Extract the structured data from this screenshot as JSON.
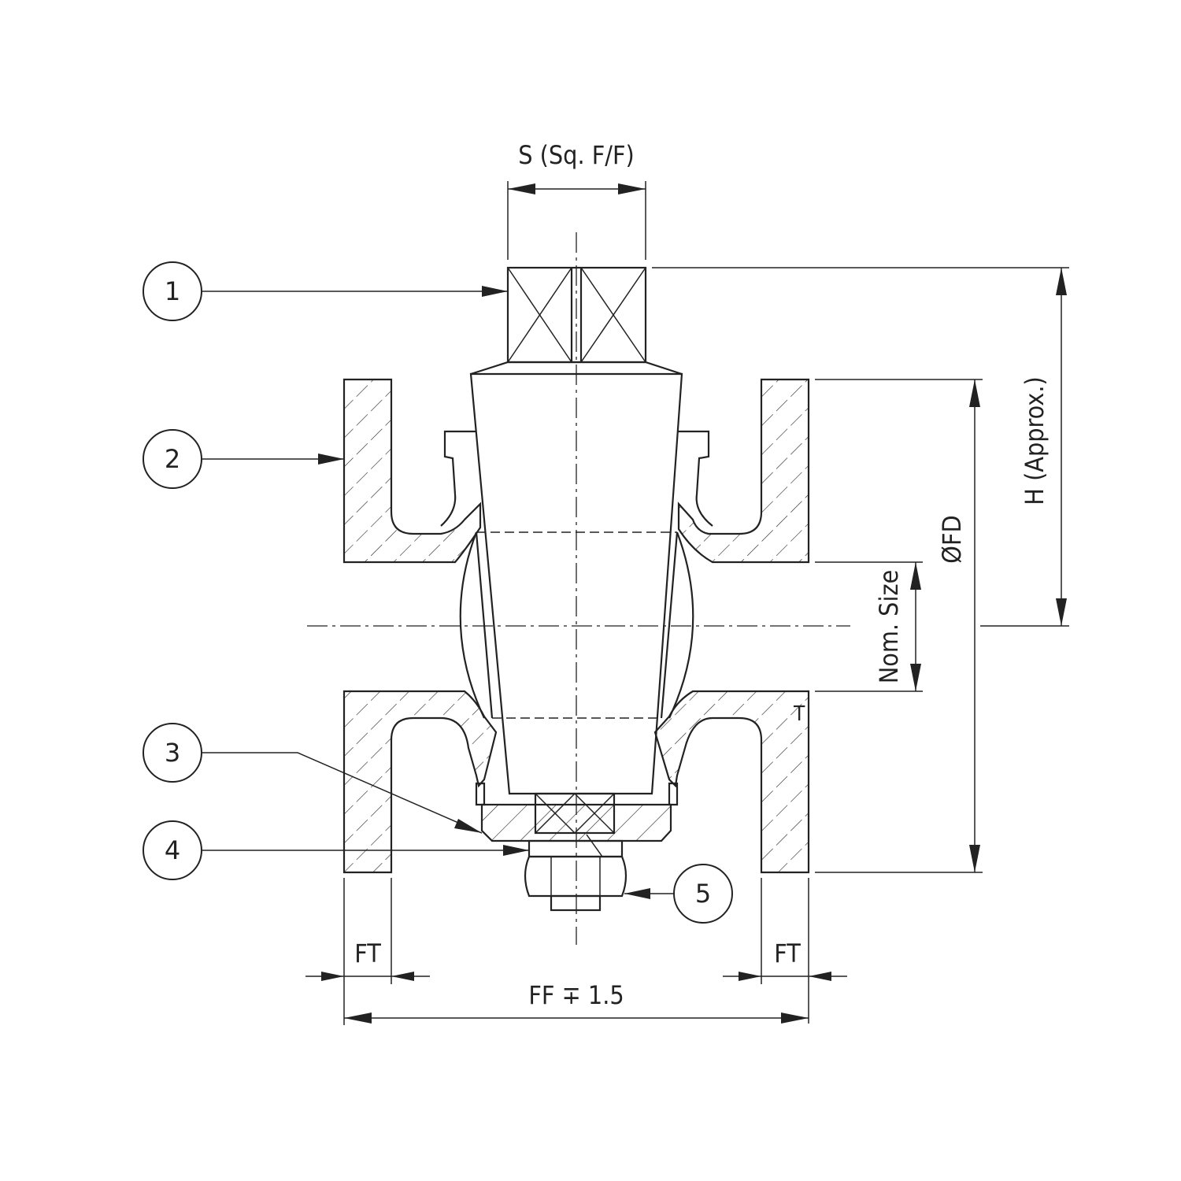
{
  "dimensions": {
    "square_size": "S (Sq. F/F)",
    "height": "H (Approx.)",
    "flange_diameter": "ØFD",
    "nominal_size": "Nom. Size",
    "flange_thickness_left": "FT",
    "flange_thickness_right": "FT",
    "face_to_face": "FF ∓ 1.5",
    "wall_marker": "T"
  },
  "balloons": [
    {
      "number": "1"
    },
    {
      "number": "2"
    },
    {
      "number": "3"
    },
    {
      "number": "4"
    },
    {
      "number": "5"
    }
  ]
}
